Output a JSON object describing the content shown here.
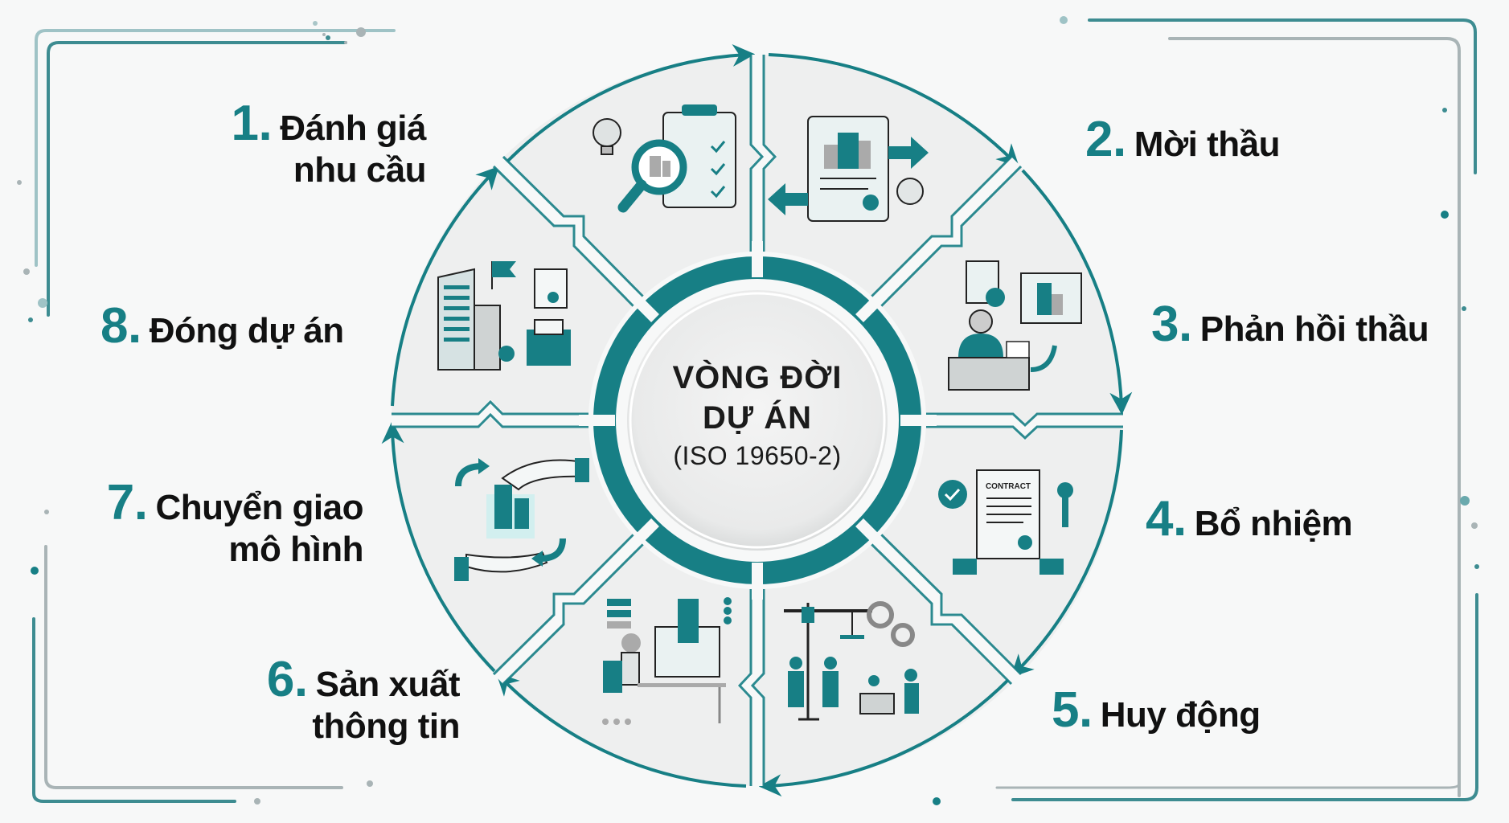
{
  "center": {
    "title_line1": "VÒNG ĐỜI",
    "title_line2": "DỰ ÁN",
    "subtitle": "(ISO 19650-2)"
  },
  "stages": [
    {
      "number": "1.",
      "line1": "Đánh giá",
      "line2": "nhu cầu",
      "icon": "needs-assessment-clipboard-magnifier-icon"
    },
    {
      "number": "2.",
      "line1": "Mời thầu",
      "line2": "",
      "icon": "tender-invitation-document-icon"
    },
    {
      "number": "3.",
      "line1": "Phản hồi thầu",
      "line2": "",
      "icon": "tender-response-desk-icon"
    },
    {
      "number": "4.",
      "line1": "Bổ nhiệm",
      "line2": "",
      "icon": "appointment-contract-icon",
      "icon_text": "CONTRACT"
    },
    {
      "number": "5.",
      "line1": "Huy động",
      "line2": "",
      "icon": "mobilization-construction-crew-icon"
    },
    {
      "number": "6.",
      "line1": "Sản xuất",
      "line2": "thông tin",
      "icon": "information-production-computer-icon"
    },
    {
      "number": "7.",
      "line1": "Chuyển giao",
      "line2": "mô hình",
      "icon": "model-handover-hands-icon"
    },
    {
      "number": "8.",
      "line1": "Đóng dự án",
      "line2": "",
      "icon": "project-close-building-archive-icon"
    }
  ],
  "colors": {
    "accent": "#177f85",
    "accent_light": "#8fbfc2",
    "segment_fill": "#eeefef",
    "frame_gray": "#a9b4b6",
    "text": "#111111"
  }
}
